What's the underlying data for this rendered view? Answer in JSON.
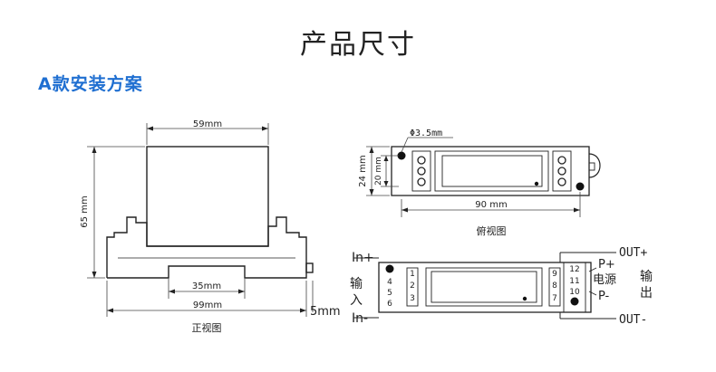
{
  "page": {
    "title": "产品尺寸",
    "subtitle": "A款安装方案"
  },
  "front_view": {
    "dim_top": "59mm",
    "dim_height": "65 mm",
    "dim_rail": "35mm",
    "dim_width": "99mm",
    "dim_side": "5mm",
    "caption": "正视图"
  },
  "top_view": {
    "dim_hole": "Φ3.5mm",
    "dim_h24": "24 mm",
    "dim_h20": "20 mm",
    "dim_w90": "90 mm",
    "caption": "俯视图"
  },
  "wiring": {
    "in_plus": "In+",
    "in_minus": "In-",
    "input_label_1": "输",
    "input_label_2": "入",
    "out_plus": "OUT+",
    "out_minus": "OUT-",
    "p_plus": "P+",
    "p_minus": "P-",
    "power_label": "电源",
    "output_label_1": "输",
    "output_label_2": "出",
    "left_terminals": [
      "1",
      "2",
      "3",
      "4",
      "5",
      "6"
    ],
    "right_terminals": [
      "9",
      "8",
      "7",
      "12",
      "11",
      "10"
    ]
  }
}
